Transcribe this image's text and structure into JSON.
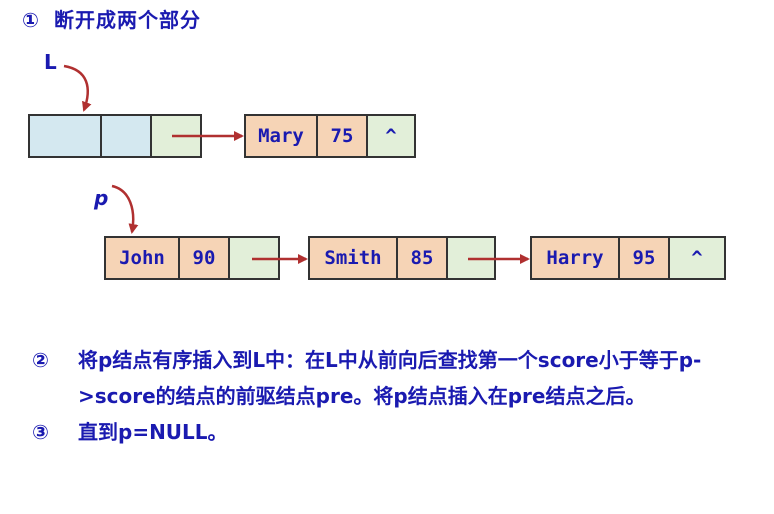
{
  "heading": {
    "num": "①",
    "text": "断开成两个部分"
  },
  "labels": {
    "L": "L",
    "p": "p"
  },
  "colors": {
    "text": "#1a1ab0",
    "arrow": "#b03030",
    "head_blue": "#d4e8f0",
    "node_orange": "#f6d4b6",
    "ptr_green": "#e2efd9",
    "border": "#333333"
  },
  "list_L": {
    "node1": {
      "name": "Mary",
      "score": "75",
      "next": "^"
    }
  },
  "list_p": {
    "node1": {
      "name": "John",
      "score": "90"
    },
    "node2": {
      "name": "Smith",
      "score": "85"
    },
    "node3": {
      "name": "Harry",
      "score": "95",
      "next": "^"
    }
  },
  "steps": [
    {
      "num": "②",
      "text": "将p结点有序插入到L中：在L中从前向后查找第一个score小于等于p->score的结点的前驱结点pre。将p结点插入在pre结点之后。"
    },
    {
      "num": "③",
      "text": "直到p=NULL。"
    }
  ]
}
